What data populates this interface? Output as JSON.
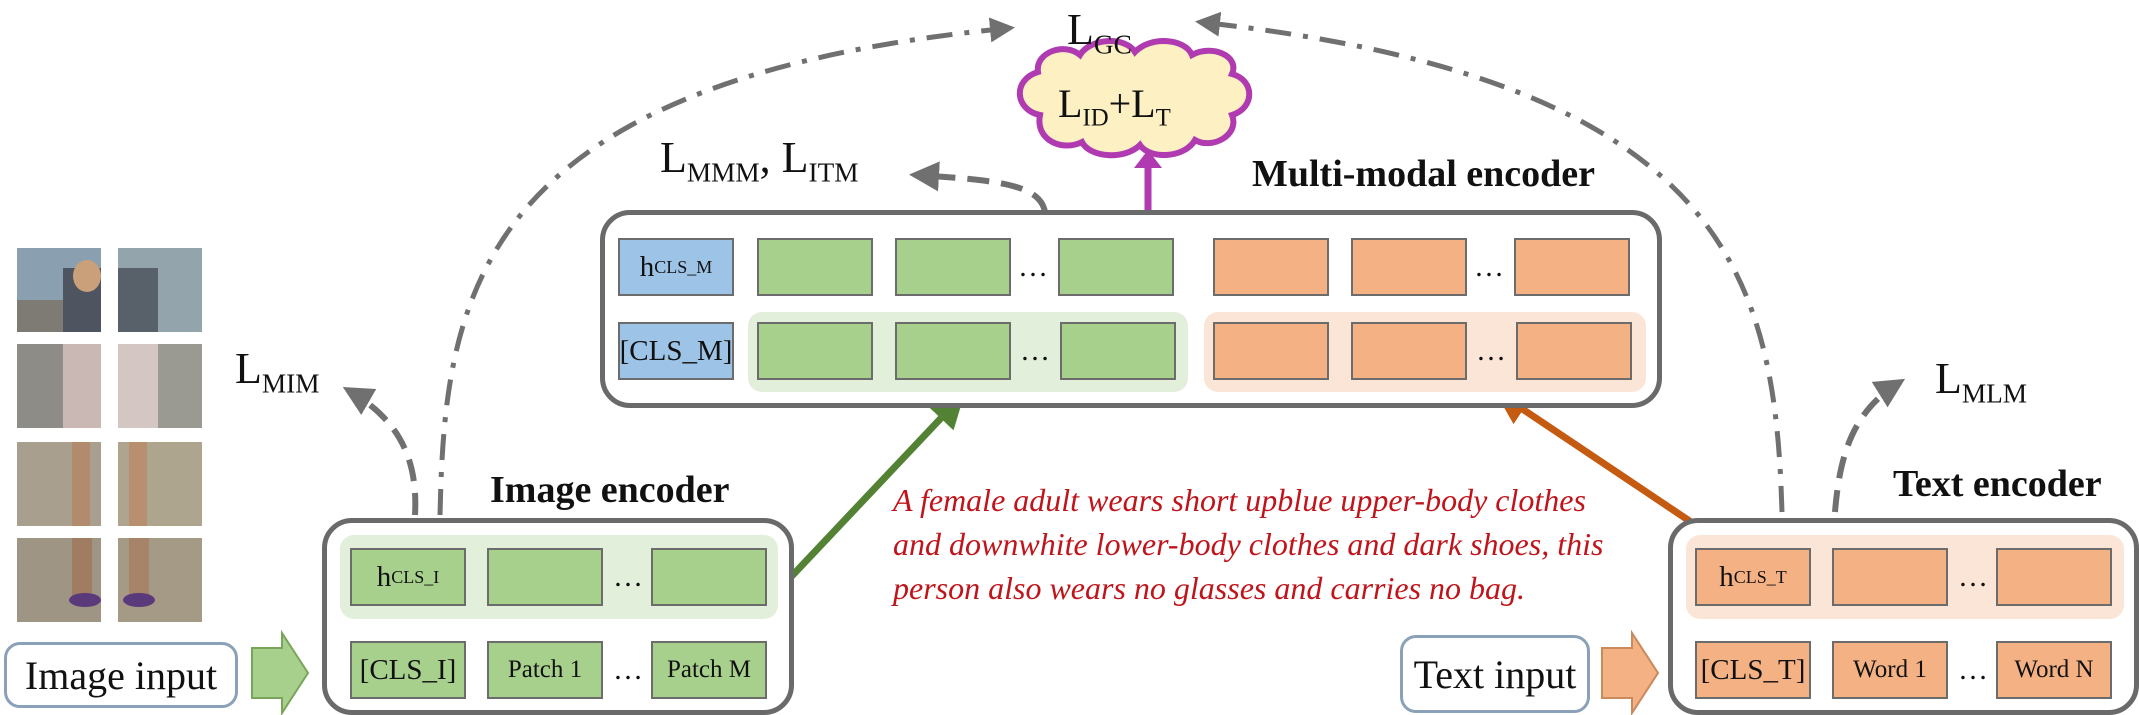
{
  "image_encoder": {
    "title": "Image encoder",
    "row1": [
      "h",
      "CLS_I",
      "…"
    ],
    "row2": [
      "[CLS_I]",
      "Patch 1",
      "…",
      "Patch M"
    ]
  },
  "text_encoder": {
    "title": "Text encoder",
    "row1": [
      "h",
      "CLS_T",
      "…"
    ],
    "row2": [
      "[CLS_T]",
      "Word 1",
      "…",
      "Word N"
    ]
  },
  "multimodal_encoder": {
    "title": "Multi-modal encoder",
    "row1": [
      "h",
      "CLS_M",
      "…",
      "…"
    ],
    "row2": [
      "[CLS_M]",
      "…",
      "…"
    ]
  },
  "inputs": {
    "image": "Image input",
    "text": "Text input"
  },
  "losses": {
    "gc": {
      "base": "L",
      "sub": "GC"
    },
    "cloud": {
      "a": "L",
      "a_sub": "ID",
      "plus": "+",
      "b": "L",
      "b_sub": "T"
    },
    "mmm": {
      "base": "L",
      "sub": "MMM",
      "sep": ", ",
      "base2": "L",
      "sub2": "ITM"
    },
    "mim": {
      "base": "L",
      "sub": "MIM"
    },
    "mlm": {
      "base": "L",
      "sub": "MLM"
    }
  },
  "caption": "A female adult wears short upblue upper-body clothes and downwhite lower-body clothes and dark shoes, this person also wears no glasses and carries no bag.",
  "colors": {
    "patch_green": "#a8d08d",
    "word_orange": "#f4b183",
    "cls_blue": "#9dc3e6",
    "green_arrow": "#548235",
    "orange_arrow": "#c55a11",
    "cloud_border": "#b03ab0",
    "cloud_fill": "#fdf1c4",
    "caption_red": "#c0141b"
  }
}
